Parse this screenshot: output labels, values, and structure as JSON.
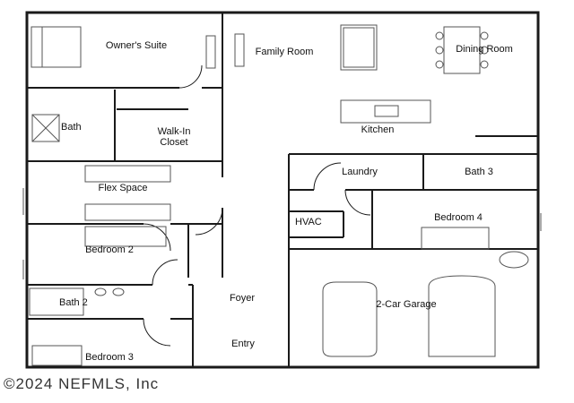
{
  "rooms": {
    "owners_suite": "Owner's Suite",
    "family_room": "Family Room",
    "dining_room": "Dining Room",
    "bath": "Bath",
    "walk_in_closet": "Walk-In\nCloset",
    "kitchen": "Kitchen",
    "laundry": "Laundry",
    "bath_3_upper": "Bath 3",
    "flex_space": "Flex Space",
    "hvac": "HVAC",
    "bedroom_4": "Bedroom 4",
    "bedroom_2": "Bedroom 2",
    "foyer": "Foyer",
    "bath_2": "Bath 2",
    "two_car_garage": "2-Car Garage",
    "entry": "Entry",
    "bedroom_3": "Bedroom 3"
  },
  "watermark": "©2024 NEFMLS, Inc",
  "colors": {
    "wall": "#1a1a1a",
    "fixture": "#555555",
    "background": "#ffffff"
  }
}
